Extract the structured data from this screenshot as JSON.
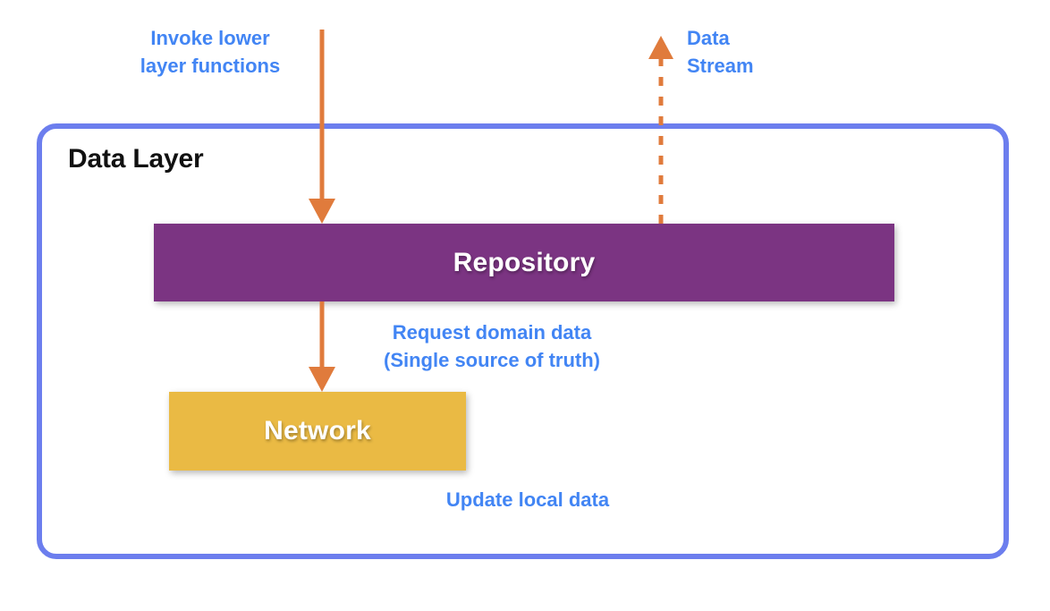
{
  "diagram": {
    "title": "Data Layer architecture diagram",
    "background": "#FFFFFF",
    "container": {
      "label": "Data Layer",
      "border_color": "#6C7EEE",
      "text_color": "#111111"
    },
    "blocks": [
      {
        "name": "repository",
        "label": "Repository",
        "fill": "#7B3482",
        "text_color": "#FFFFFF"
      },
      {
        "name": "network",
        "label": "Network",
        "fill": "#EABA44",
        "text_color": "#FFFFFF"
      }
    ],
    "captions": [
      {
        "name": "invoke-lower-layer-functions",
        "text": "Invoke lower\nlayer functions",
        "color": "#4285F4"
      },
      {
        "name": "data-stream",
        "text": "Data\nStream",
        "color": "#4285F4"
      },
      {
        "name": "request-domain-data",
        "text": "Request domain data\n(Single source of truth)",
        "color": "#4285F4"
      },
      {
        "name": "update-local-data",
        "text": "Update local data",
        "color": "#4285F4"
      }
    ],
    "arrows": [
      {
        "name": "invoke-arrow",
        "style": "solid",
        "direction": "down",
        "color": "#E07B3C",
        "from": "outside-top",
        "to": "repository"
      },
      {
        "name": "data-stream-arrow",
        "style": "dashed",
        "direction": "up",
        "color": "#E07B3C",
        "from": "repository",
        "to": "outside-top"
      },
      {
        "name": "request-domain-data-arrow",
        "style": "solid",
        "direction": "down",
        "color": "#E07B3C",
        "from": "repository",
        "to": "network"
      }
    ]
  }
}
